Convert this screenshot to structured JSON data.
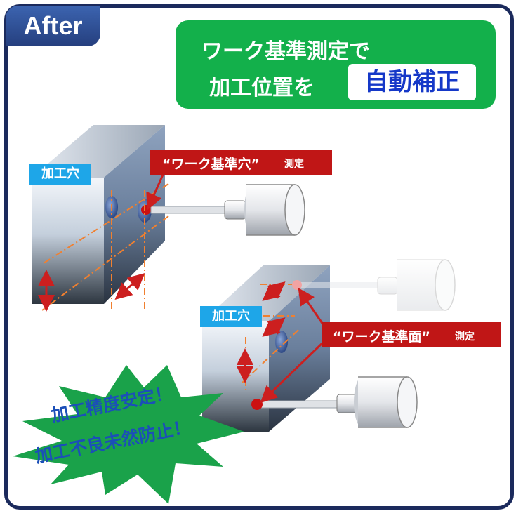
{
  "badge": {
    "label": "After"
  },
  "headline": {
    "line1": "ワーク基準測定で",
    "line2_prefix": "加工位置を",
    "line2_emphasis": "自動補正"
  },
  "labels": {
    "machined_hole_1": "加工穴",
    "machined_hole_2": "加工穴",
    "reference_hole": {
      "quoted": "“ワーク基準穴”",
      "suffix": "測定"
    },
    "reference_surface": {
      "quoted": "“ワーク基準面”",
      "suffix": "測定"
    }
  },
  "slogan": {
    "line1": "加工精度安定！",
    "line2": "加工不良未然防止！"
  },
  "colors": {
    "frame": "#1b2a5c",
    "badge": "#2d4e96",
    "headline_bg": "#13b04b",
    "emphasis_text": "#1538c8",
    "hole_tag": "#1ea6e8",
    "measure_tag": "#c01616",
    "burst": "#1aa24a",
    "slogan_text": "#1b4fb8",
    "guide_lines": "#f08030",
    "arrows": "#cc1f1f"
  }
}
